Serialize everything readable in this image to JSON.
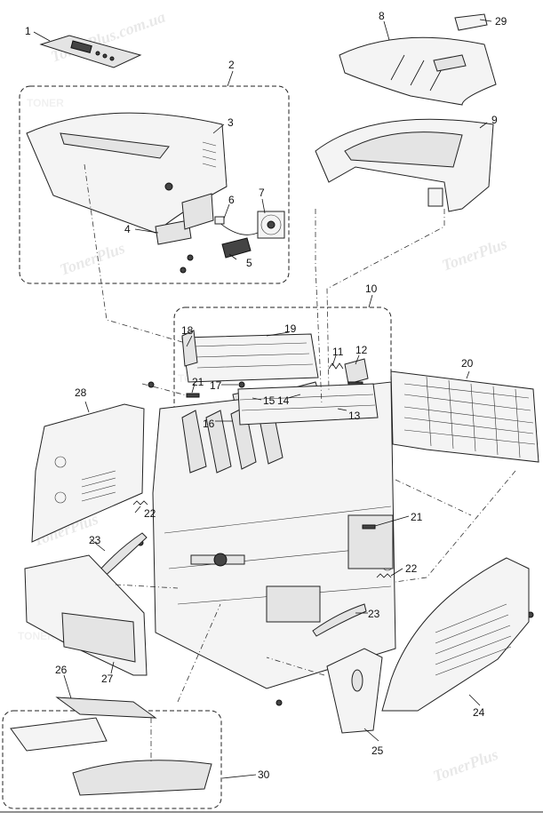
{
  "watermarks": {
    "brand": "TONER",
    "site": "TonerPlus",
    "domain": "TonerPlus.com.ua"
  },
  "callouts": [
    "1",
    "2",
    "3",
    "4",
    "5",
    "6",
    "7",
    "8",
    "9",
    "10",
    "11",
    "12",
    "13",
    "14",
    "15",
    "16",
    "17",
    "18",
    "19",
    "20",
    "21",
    "21",
    "22",
    "22",
    "23",
    "23",
    "24",
    "25",
    "26",
    "27",
    "28",
    "29",
    "30"
  ]
}
